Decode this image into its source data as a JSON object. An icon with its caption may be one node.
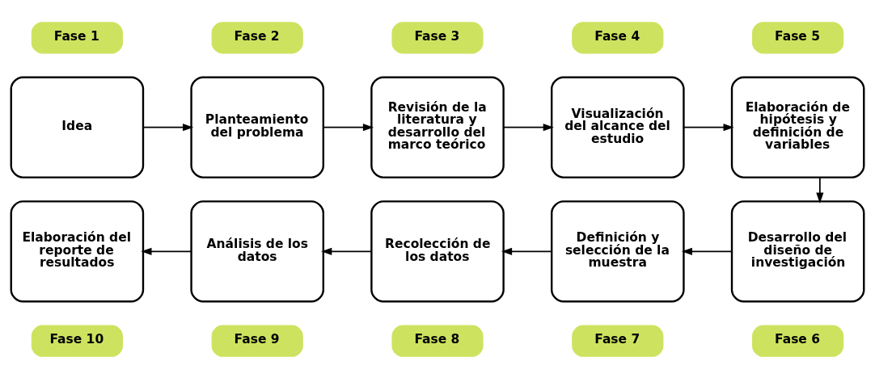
{
  "diagram": {
    "nodes": [
      {
        "text": [
          "Fase 1"
        ]
      },
      {
        "text": [
          "Fase 2"
        ]
      },
      {
        "text": [
          "Fase 3"
        ]
      },
      {
        "text": [
          "Fase 4"
        ]
      },
      {
        "text": [
          "Fase 5"
        ]
      },
      {
        "text": [
          "Idea"
        ]
      },
      {
        "text": [
          "Planteamiento del problema"
        ]
      },
      {
        "text": [
          "Revisión de la literatura y desarrollo del marco teórico"
        ]
      },
      {
        "text": [
          "Visualización del alcance del estudio"
        ]
      },
      {
        "text": [
          "Elaboración de hipótesis y definición de variables"
        ]
      },
      {
        "text": [
          "Elaboración del reporte de resultados"
        ]
      },
      {
        "text": [
          "Análisis de los datos"
        ]
      },
      {
        "text": [
          "Recolección de los datos"
        ]
      },
      {
        "text": [
          "Definición y selección de la muestra"
        ]
      },
      {
        "text": [
          "Desarrollo del diseño de investigación"
        ]
      },
      {
        "text": [
          "Fase 10"
        ]
      },
      {
        "text": [
          "Fase 9"
        ]
      },
      {
        "text": [
          "Fase 8"
        ]
      },
      {
        "text": [
          "Fase 7"
        ]
      },
      {
        "text": [
          "Fase 6"
        ]
      }
    ],
    "edges": [
      {
        "from": 5,
        "to": 6,
        "arrow": "to"
      },
      {
        "from": 6,
        "to": 7,
        "arrow": "to"
      },
      {
        "from": 7,
        "to": 8,
        "arrow": "to"
      },
      {
        "from": 8,
        "to": 9,
        "arrow": "to"
      },
      {
        "from": 9,
        "to": 14,
        "arrow": "to"
      },
      {
        "from": 14,
        "to": 13,
        "arrow": "to"
      },
      {
        "from": 13,
        "to": 12,
        "arrow": "to"
      },
      {
        "from": 12,
        "to": 11,
        "arrow": "to"
      },
      {
        "from": 11,
        "to": 10,
        "arrow": "to"
      }
    ]
  }
}
